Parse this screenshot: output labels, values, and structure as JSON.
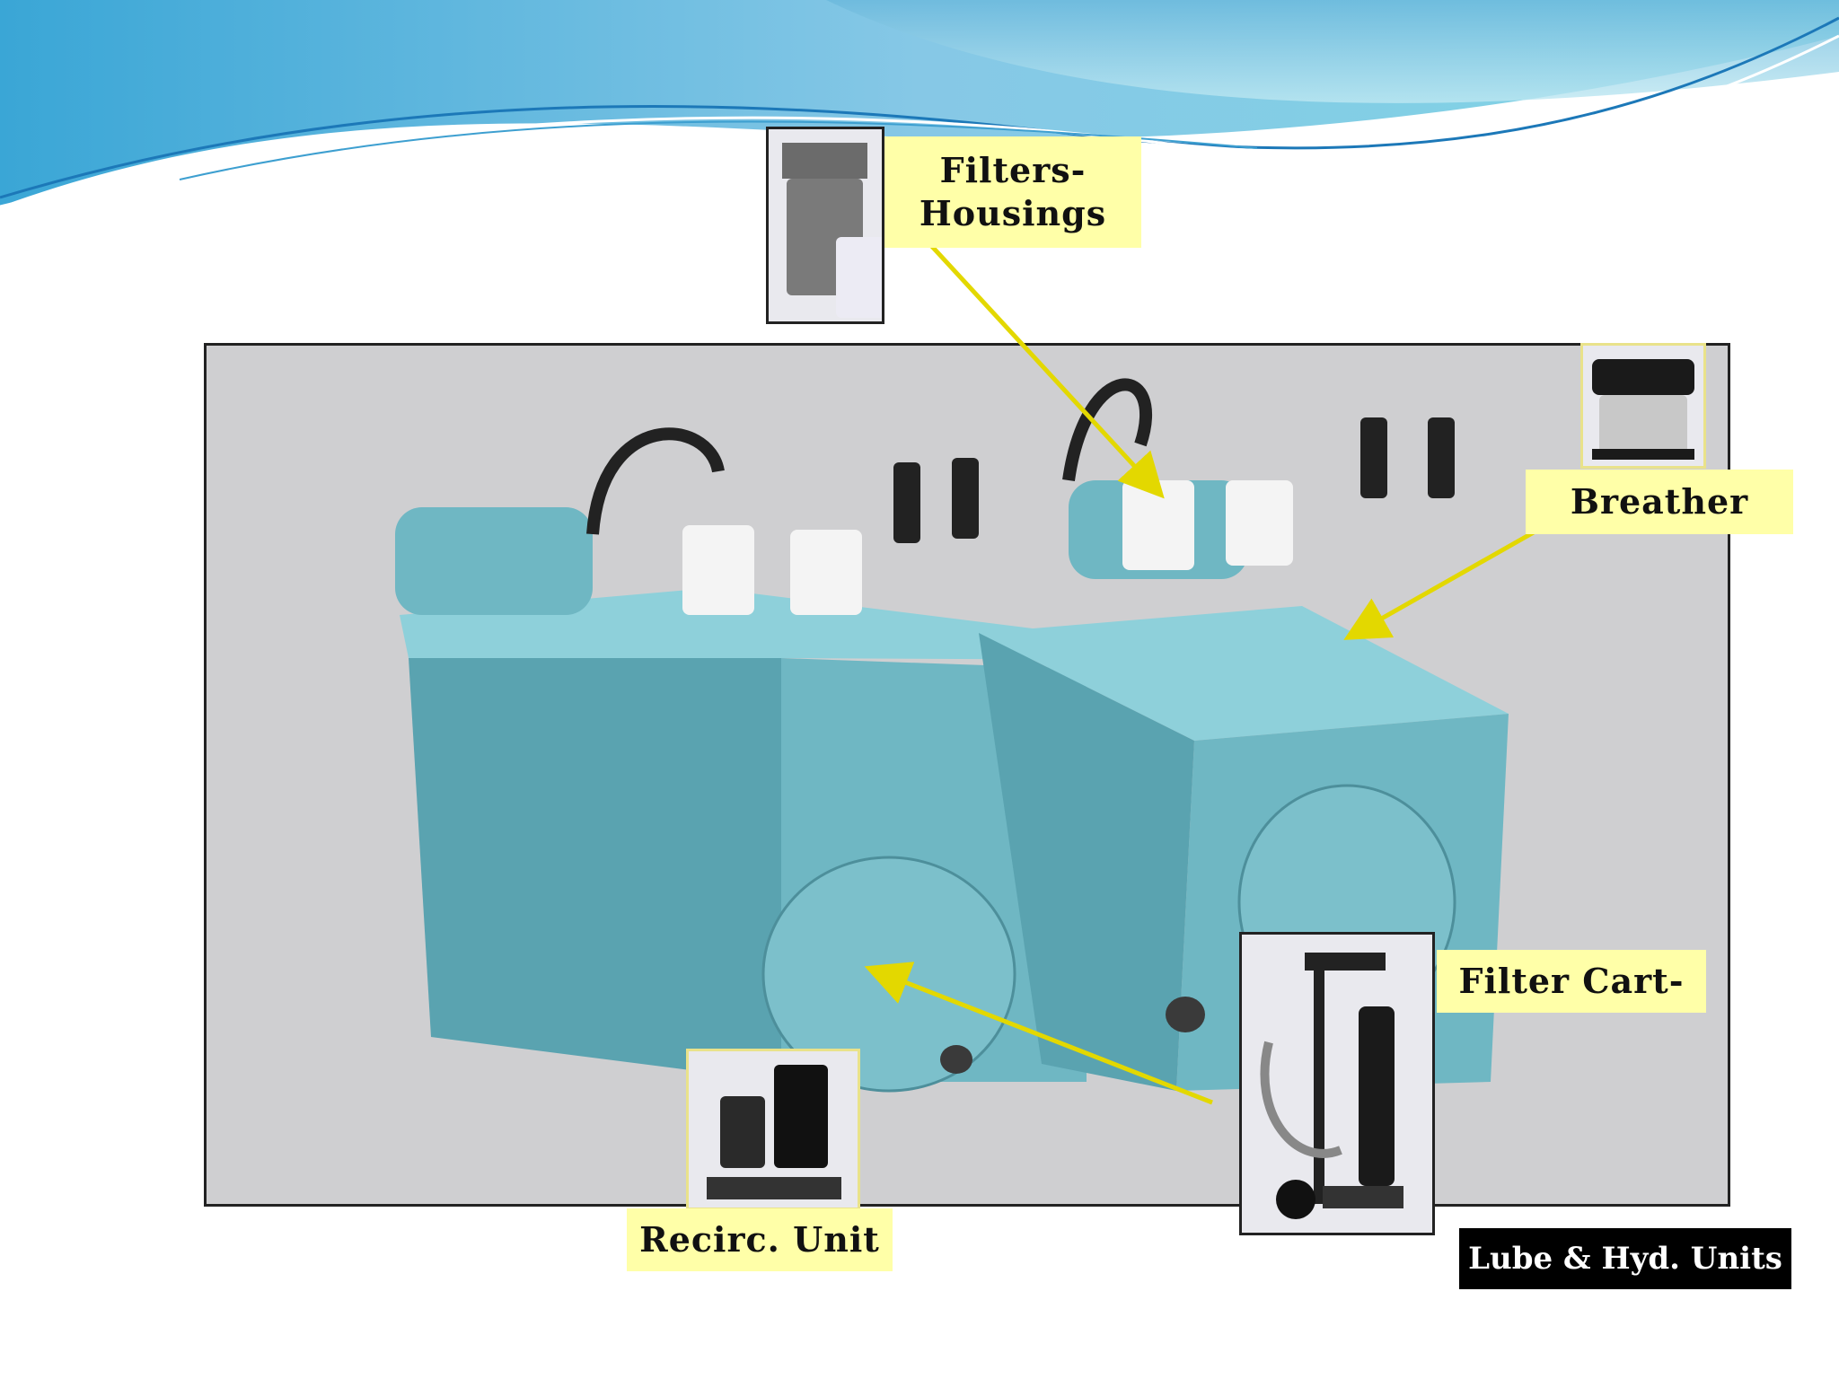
{
  "slide": {
    "title": "Lube & Hyd. Units",
    "labels": {
      "filters": "Filters-\nHousings",
      "breather": "Breather",
      "filter_cart": "Filter Cart-",
      "recirc_unit": "Recirc. Unit"
    }
  },
  "colors": {
    "label_background": "#ffffa8",
    "arrow": "#e3d800",
    "tank_blue": "#6fb7c3",
    "photo_background": "#cfcfd1",
    "title_background": "#000000"
  }
}
